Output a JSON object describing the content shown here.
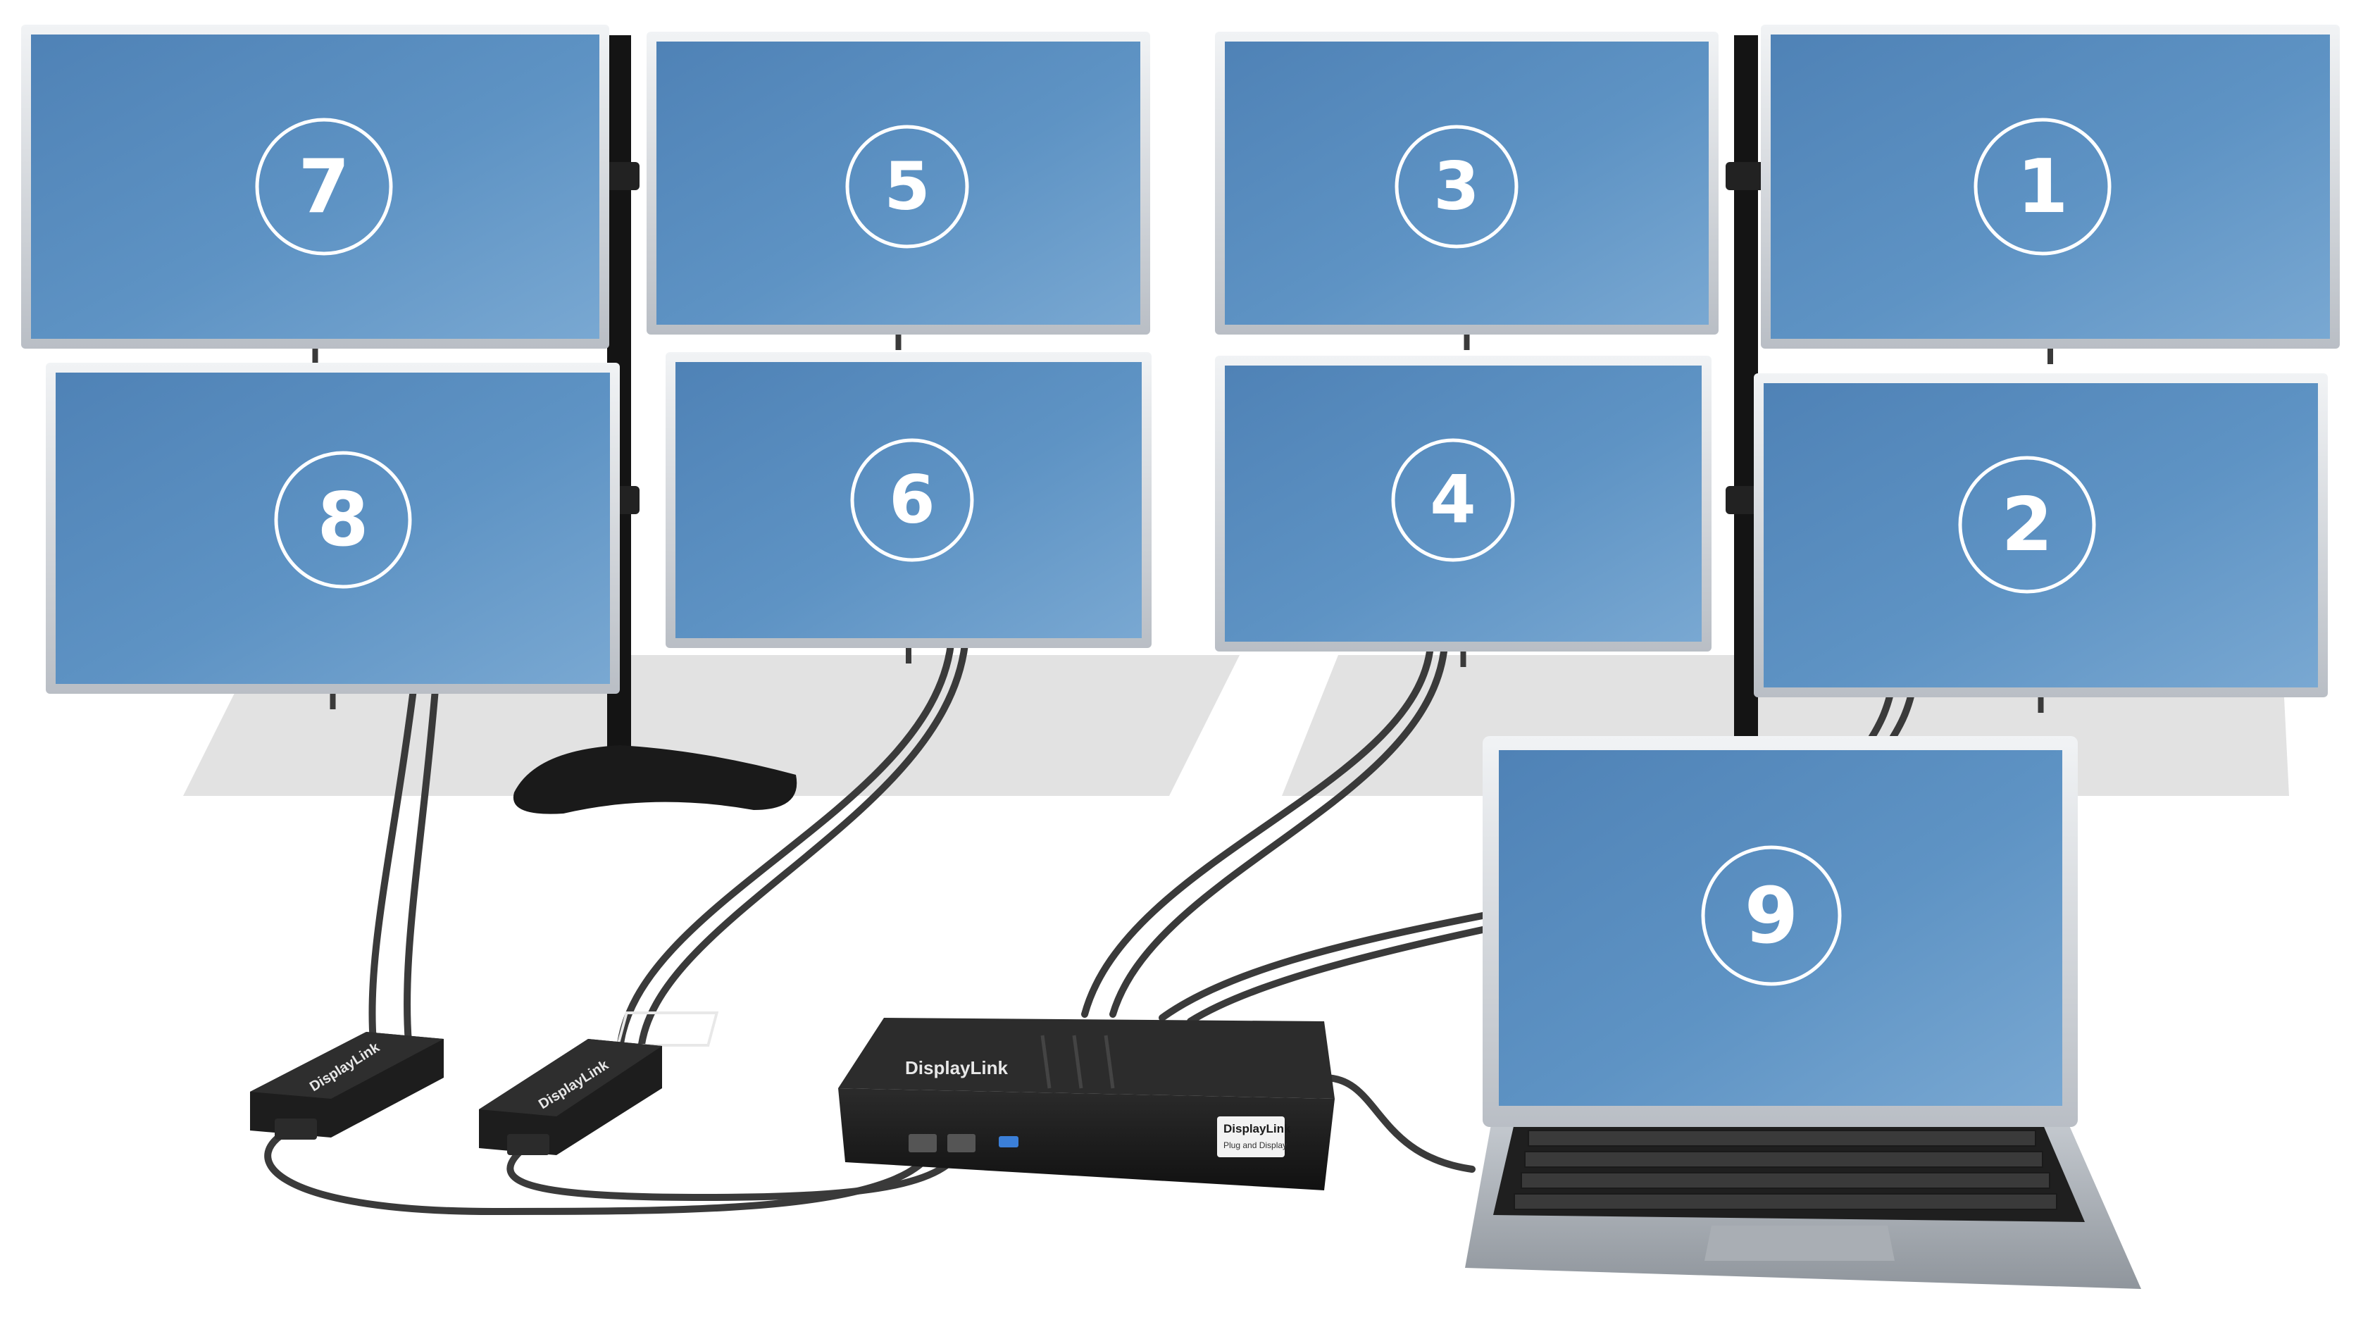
{
  "monitors": [
    {
      "id": "7",
      "label": "7"
    },
    {
      "id": "5",
      "label": "5"
    },
    {
      "id": "3",
      "label": "3"
    },
    {
      "id": "1",
      "label": "1"
    },
    {
      "id": "8",
      "label": "8"
    },
    {
      "id": "6",
      "label": "6"
    },
    {
      "id": "4",
      "label": "4"
    },
    {
      "id": "2",
      "label": "2"
    }
  ],
  "laptop": {
    "label": "9"
  },
  "dock": {
    "brand_top": "DisplayLink",
    "brand_badge": "DisplayLink",
    "brand_badge_sub": "Plug and Display"
  },
  "adapters": [
    {
      "brand": "DisplayLink"
    },
    {
      "brand": "DisplayLink"
    }
  ],
  "colors": {
    "screen": "#5b8fc0",
    "bezel": "#d9dde2",
    "hardware": "#1c1c1c",
    "cable": "#3a3a3a",
    "shadow": "#dcdcdc"
  }
}
